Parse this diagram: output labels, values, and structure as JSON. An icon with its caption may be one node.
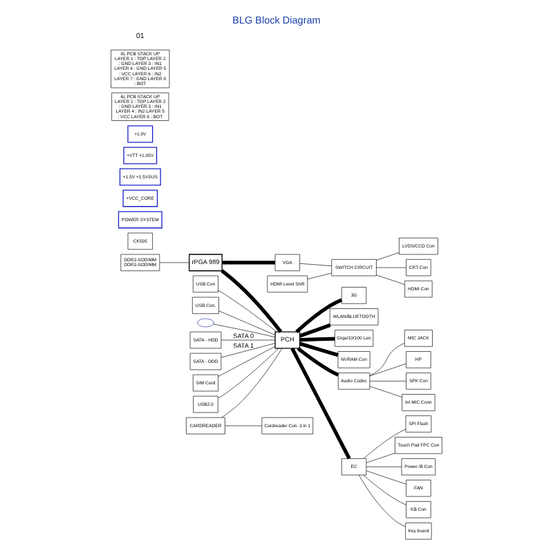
{
  "diagram": {
    "title": "BLG Block Diagram",
    "nodes": [
      {
        "text": [
          "rPGA 989"
        ]
      },
      {
        "text": [
          "DDR3-SODIMM DDR3-SODIMM"
        ]
      },
      {
        "text": [
          "VGA"
        ]
      },
      {
        "text": [
          "HDMI Level Shift"
        ]
      },
      {
        "text": [
          "SWITCH CIRCUIT"
        ]
      },
      {
        "text": [
          "LVDS/CCD Con"
        ]
      },
      {
        "text": [
          "CRT Con"
        ]
      },
      {
        "text": [
          "HDMI Con"
        ]
      },
      {
        "text": [
          "SATA - HDD"
        ]
      },
      {
        "text": [
          "SATA - ODD"
        ]
      },
      {
        "text": [
          "PCH"
        ]
      },
      {
        "text": [
          "SIM Card"
        ]
      },
      {
        "text": [
          "USB2.0"
        ]
      },
      {
        "text": [
          "USB Con"
        ]
      },
      {
        "text": [
          "USB Con."
        ]
      },
      {
        "text": [
          "CARDREADER"
        ]
      },
      {
        "text": [
          "Cardreader Con. 3 in 1"
        ]
      },
      {
        "text": [],
        "shape": "ellipse"
      },
      {
        "text": [
          "3G"
        ]
      },
      {
        "text": [
          "WLAN/BLUETOOTH"
        ]
      },
      {
        "text": [
          "Giga/10/100 Lan"
        ]
      },
      {
        "text": [
          "NVRAM Con"
        ]
      },
      {
        "text": [
          "Audio Codec"
        ]
      },
      {
        "text": [
          "EC"
        ]
      },
      {
        "text": [
          "Int MIC Conn"
        ]
      },
      {
        "text": [
          "MIC JACK"
        ]
      },
      {
        "text": [
          "HP"
        ]
      },
      {
        "text": [
          "SPK Con"
        ]
      },
      {
        "text": [
          "FAN"
        ]
      },
      {
        "text": [
          "KB Con"
        ]
      },
      {
        "text": [
          "Key board"
        ]
      },
      {
        "text": [
          "SPI Flash"
        ]
      },
      {
        "text": [
          "Touch Pad FPC Con"
        ]
      },
      {
        "text": [
          "Power /B Con"
        ]
      },
      {
        "text": [
          "CK505"
        ]
      },
      {
        "text": [
          "POWER SYSTEM"
        ]
      },
      {
        "text": [
          "+VCC_CORE"
        ]
      },
      {
        "text": [
          "+1.5V +1.5VSUS"
        ]
      },
      {
        "text": [
          "+VTT +1.05V"
        ]
      },
      {
        "text": [
          "+1.8V"
        ]
      },
      {
        "text": [
          "6L PCB STACK UP",
          "LAYER 1 : TOP LAYER 2 : GND LAYER 3 : IN1 LAYER 4 : IN2 LAYER 5 : VCC LAYER 6 : BOT"
        ]
      },
      {
        "text": [
          "8L PCB STACK UP",
          "LAYER 1 : TOP LAYER 2 : GND LAYER 3 : IN1 LAYER 4 : GND LAYER 5 : VCC LAYER 6 : IN2 LAYER 7 : GND LAYER 8 : BOT"
        ]
      }
    ],
    "edges": [
      {
        "from": 1,
        "to": 0,
        "arrow": "none"
      },
      {
        "from": 0,
        "to": 2,
        "arrow": "none",
        "style": "thick"
      },
      {
        "from": 0,
        "to": 10,
        "arrow": "none",
        "style": "thick"
      },
      {
        "from": 2,
        "to": 4,
        "arrow": "none"
      },
      {
        "from": 3,
        "to": 4,
        "arrow": "none"
      },
      {
        "from": 4,
        "to": 5,
        "arrow": "none"
      },
      {
        "from": 4,
        "to": 6,
        "arrow": "none"
      },
      {
        "from": 4,
        "to": 7,
        "arrow": "none"
      },
      {
        "from": 8,
        "to": 10,
        "arrow": "none",
        "label": "SATA 0"
      },
      {
        "from": 9,
        "to": 10,
        "arrow": "none",
        "label": "SATA 1"
      },
      {
        "from": 11,
        "to": 10,
        "arrow": "none"
      },
      {
        "from": 12,
        "to": 10,
        "arrow": "none"
      },
      {
        "from": 13,
        "to": 10,
        "arrow": "none"
      },
      {
        "from": 14,
        "to": 10,
        "arrow": "none"
      },
      {
        "from": 15,
        "to": 10,
        "arrow": "none"
      },
      {
        "from": 15,
        "to": 16,
        "arrow": "none"
      },
      {
        "from": 17,
        "to": 10,
        "arrow": "none"
      },
      {
        "from": 10,
        "to": 18,
        "arrow": "none",
        "style": "thick"
      },
      {
        "from": 10,
        "to": 19,
        "arrow": "none",
        "style": "thick"
      },
      {
        "from": 10,
        "to": 20,
        "arrow": "none",
        "style": "thick"
      },
      {
        "from": 10,
        "to": 21,
        "arrow": "none",
        "style": "thick"
      },
      {
        "from": 10,
        "to": 22,
        "arrow": "none",
        "style": "thick"
      },
      {
        "from": 10,
        "to": 23,
        "arrow": "none",
        "style": "thick"
      },
      {
        "from": 22,
        "to": 24,
        "arrow": "none"
      },
      {
        "from": 22,
        "to": 25,
        "arrow": "none"
      },
      {
        "from": 22,
        "to": 26,
        "arrow": "none"
      },
      {
        "from": 22,
        "to": 27,
        "arrow": "none"
      },
      {
        "from": 23,
        "to": 28,
        "arrow": "none"
      },
      {
        "from": 23,
        "to": 29,
        "arrow": "none"
      },
      {
        "from": 23,
        "to": 30,
        "arrow": "none"
      },
      {
        "from": 23,
        "to": 31,
        "arrow": "none"
      },
      {
        "from": 23,
        "to": 32,
        "arrow": "none"
      },
      {
        "from": 23,
        "to": 33,
        "arrow": "none"
      }
    ],
    "labels": [
      "01"
    ]
  }
}
